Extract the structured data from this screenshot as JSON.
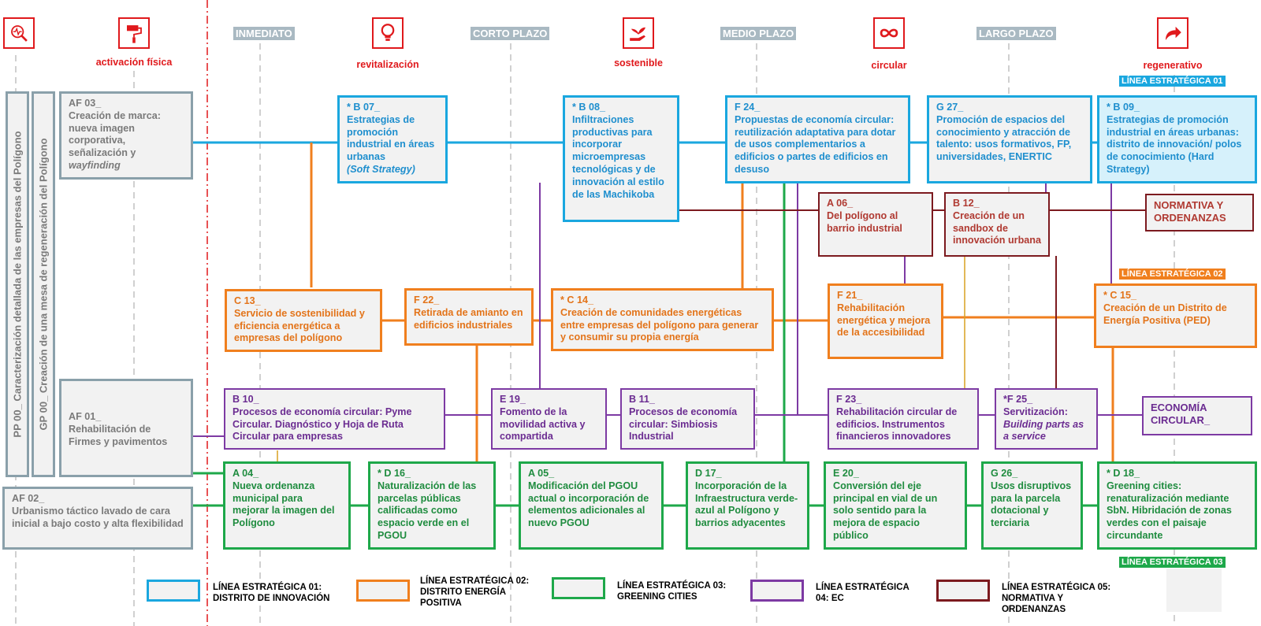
{
  "colors": {
    "le01": "#1aa7df",
    "le02": "#f07f1e",
    "le03": "#1ea84a",
    "le04": "#7d3aa3",
    "le05": "#7c1a1f",
    "red": "#e0191c",
    "gray": "#8aa0aa"
  },
  "horizons": [
    "INMEDIATO",
    "CORTO PLAZO",
    "MEDIO PLAZO",
    "LARGO PLAZO"
  ],
  "phases": [
    "activación física",
    "revitalización",
    "sostenible",
    "circular",
    "regenerativo"
  ],
  "icons": [
    "monitor-heartbeat-icon",
    "paint-roller-icon",
    "lightbulb-icon",
    "plant-hand-icon",
    "infinity-icon",
    "arrow-forward-icon"
  ],
  "tags": [
    "LÍNEA ESTRATÉGICA 01",
    "LÍNEA ESTRATÉGICA 02",
    "LÍNEA ESTRATÉGICA 03"
  ],
  "side": {
    "pp": "PP 00_ Caracterización detallada de las empresas del Polígono",
    "gp": "GP 00_ Creación de una mesa de regeneración del Polígono"
  },
  "boxes": {
    "af03": {
      "code": "AF 03_",
      "text": "Creación de marca: nueva imagen corporativa, señalización y",
      "italic": "wayfinding"
    },
    "af01": {
      "code": "AF 01_",
      "text": "Rehabilitación de Firmes y pavimentos"
    },
    "af02": {
      "code": "AF 02_",
      "text": "Urbanismo táctico lavado de cara inicial a bajo costo y alta flexibilidad"
    },
    "b07": {
      "code": "* B 07_",
      "text": "Estrategias de promoción industrial en áreas urbanas",
      "italic": "(Soft Strategy)"
    },
    "b08": {
      "code": "* B 08_",
      "text": "Infiltraciones productivas para incorporar microempresas tecnológicas y de innovación al estilo de las Machikoba"
    },
    "f24": {
      "code": "F 24_",
      "text": "Propuestas de economía circular: reutilización adaptativa para dotar de usos complementarios a edificios o partes de edificios en desuso"
    },
    "g27": {
      "code": "G 27_",
      "text": "Promoción de espacios del conocimiento y atracción de talento: usos formativos, FP, universidades, ENERTIC"
    },
    "b09": {
      "code": "* B 09_",
      "text": "Estrategias de promoción industrial en áreas urbanas: distrito de innovación/ polos de conocimiento (Hard Strategy)"
    },
    "a06": {
      "code": "A 06_",
      "text": "Del polígono al barrio industrial"
    },
    "b12": {
      "code": "B 12_",
      "text": "Creación de un sandbox de innovación urbana"
    },
    "norm": {
      "text": "NORMATIVA Y ORDENANZAS"
    },
    "c13": {
      "code": "C 13_",
      "text": "Servicio de sostenibilidad y eficiencia energética a empresas del polígono"
    },
    "f22": {
      "code": "F 22_",
      "text": "Retirada de amianto en edificios industriales"
    },
    "c14": {
      "code": "* C 14_",
      "text": "Creación de comunidades energéticas entre empresas del polígono para generar y consumir su propia energía"
    },
    "f21": {
      "code": "F 21_",
      "text": "Rehabilitación energética y mejora de la accesibilidad"
    },
    "c15": {
      "code": "* C 15_",
      "text": "Creación de un Distrito de Energía Positiva (PED)"
    },
    "b10": {
      "code": "B 10_",
      "text": "Procesos de economía circular: Pyme Circular. Diagnóstico y Hoja de Ruta Circular para empresas"
    },
    "e19": {
      "code": "E 19_",
      "text": "Fomento de la movilidad activa y compartida"
    },
    "b11": {
      "code": "B 11_",
      "text": "Procesos de economía circular: Simbiosis Industrial"
    },
    "f23": {
      "code": "F 23_",
      "text": "Rehabilitación circular de edificios. Instrumentos financieros innovadores"
    },
    "f25": {
      "code": "*F 25_",
      "text": "Servitización:",
      "italic": "Building parts as a service"
    },
    "eco": {
      "text": "ECONOMÍA CIRCULAR_"
    },
    "a04": {
      "code": "A 04_",
      "text": "Nueva ordenanza municipal para mejorar la imagen del Polígono"
    },
    "d16": {
      "code": "* D 16_",
      "text": "Naturalización de las parcelas públicas calificadas como espacio verde en el PGOU"
    },
    "a05": {
      "code": "A 05_",
      "text": "Modificación del PGOU actual o incorporación de elementos adicionales al nuevo PGOU"
    },
    "d17": {
      "code": "D 17_",
      "text": "Incorporación de la Infraestructura verde-azul al Polígono y barrios adyacentes"
    },
    "e20": {
      "code": "E 20_",
      "text": "Conversión del eje principal en vial de un solo sentido para la mejora de espacio público"
    },
    "g26": {
      "code": "G 26_",
      "text": "Usos disruptivos para la parcela dotacional y terciaria"
    },
    "d18": {
      "code": "* D 18_",
      "text": "Greening cities: renaturalización mediante SbN. Hibridación de zonas verdes con el paisaje circundante"
    }
  },
  "legend": [
    {
      "text": "LÍNEA ESTRATÉGICA 01: DISTRITO DE INNOVACIÓN",
      "color": "#1aa7df"
    },
    {
      "text": "LÍNEA ESTRATÉGICA 02: DISTRITO ENERGÍA POSITIVA",
      "color": "#f07f1e"
    },
    {
      "text": "LÍNEA ESTRATÉGICA 03: GREENING CITIES",
      "color": "#1ea84a"
    },
    {
      "text": "LÍNEA ESTRATÉGICA 04: EC",
      "color": "#7d3aa3"
    },
    {
      "text": "LÍNEA ESTRATÉGICA 05: NORMATIVA Y ORDENANZAS",
      "color": "#7c1a1f"
    }
  ]
}
